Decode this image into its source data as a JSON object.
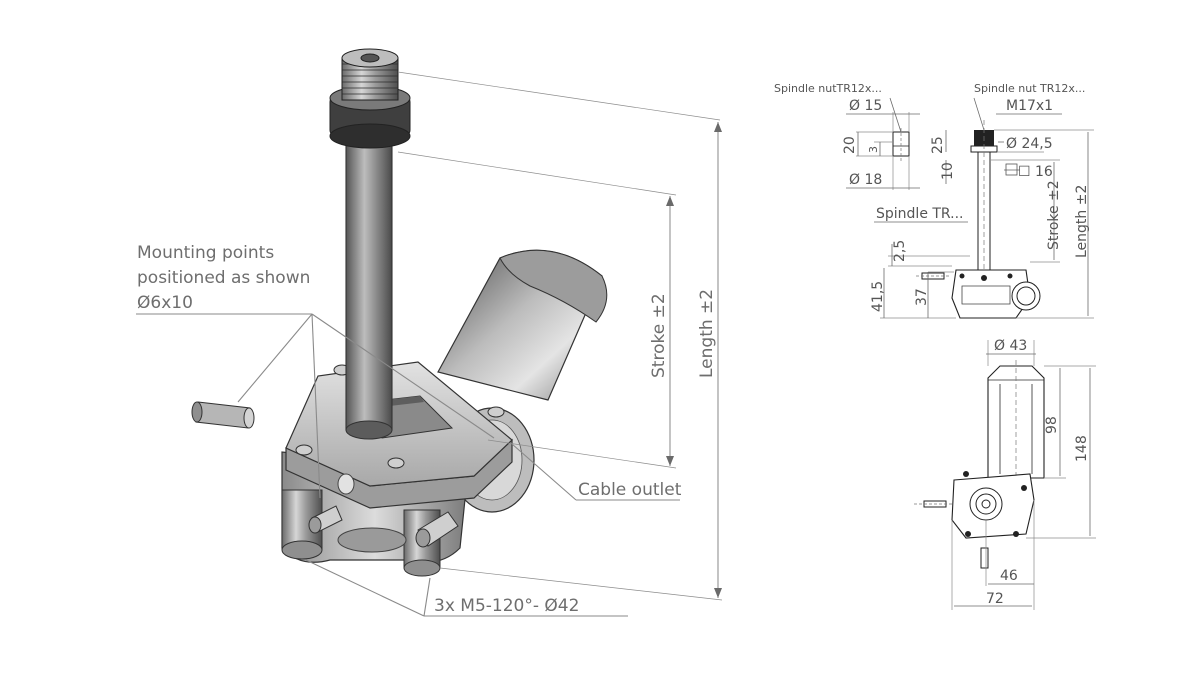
{
  "iso_view": {
    "mounting_note": [
      "Mounting points",
      "positioned as shown",
      "Ø6x10"
    ],
    "cable_outlet": "Cable outlet",
    "stroke_dim": "Stroke ±2",
    "length_dim": "Length ±2",
    "bolt_note": "3x M5-120°- Ø42"
  },
  "side_view": {
    "spindle_nut_left": "Spindle nutTR12x...",
    "spindle_nut_right": "Spindle nut TR12x...",
    "d15": "Ø 15",
    "d18": "Ø 18",
    "h20": "20",
    "h3": "3",
    "thread": "M17x1",
    "h25": "25",
    "d24_5": "Ø 24,5",
    "h10": "10",
    "sq16": "☐ 16",
    "spindle_tr": "Spindle TR...",
    "stroke": "Stroke ±2",
    "length": "Length ±2",
    "h2_5": "2,5",
    "h41_5": "41,5",
    "h37": "37"
  },
  "top_view": {
    "d43": "Ø 43",
    "h98": "98",
    "h148": "148",
    "w46": "46",
    "w72": "72"
  }
}
